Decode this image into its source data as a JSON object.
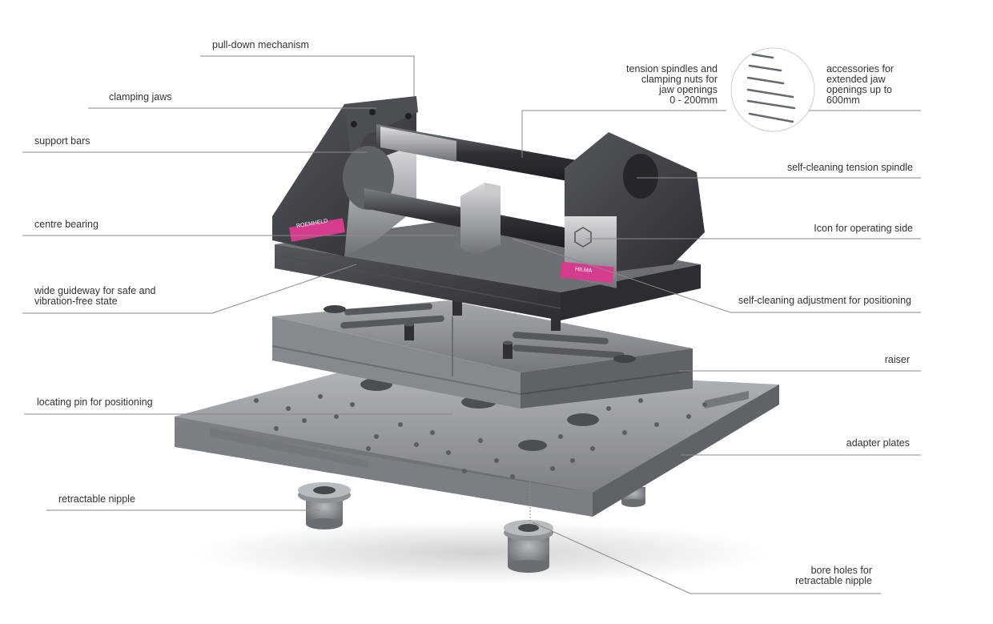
{
  "colors": {
    "background": "#ffffff",
    "label_text": "#333333",
    "leader_line": "#8a8a8a",
    "vise_body_dark": "#3a3d42",
    "steel": "#a9acb0",
    "plate_grey": "#8f9296",
    "brand_pink": "#d63c8e"
  },
  "labels": {
    "pull_down": "pull-down mechanism",
    "clamping_jaws": "clamping jaws",
    "support_bars": "support bars",
    "centre_bearing": "centre bearing",
    "guideway": "wide guideway for safe and\nvibration-free state",
    "locating_pin": "locating pin for positioning",
    "retractable_nipple": "retractable nipple",
    "tension_spindles": "tension spindles and\nclamping nuts for\njaw openings\n0 - 200mm",
    "accessories": "accessories for\nextended jaw\nopenings up to\n600mm",
    "self_cleaning_spindle": "self-cleaning tension spindle",
    "operating_side_icon": "Icon for operating side",
    "self_cleaning_adjustment": "self-cleaning adjustment for positioning",
    "raiser": "raiser",
    "adapter_plates": "adapter plates",
    "bore_holes": "bore holes for\nretractable nipple"
  },
  "product_labels": {
    "left_plate": "ROEMHELD",
    "right_plate": "HILMA"
  }
}
